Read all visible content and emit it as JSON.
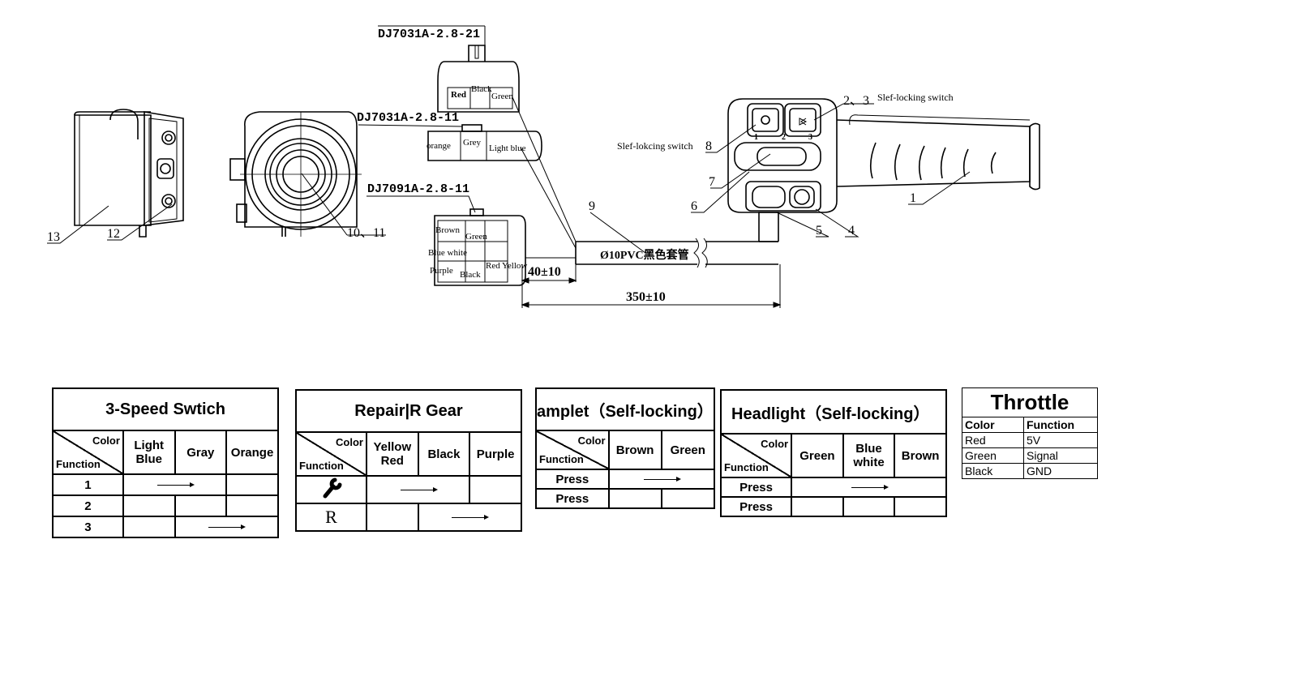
{
  "drawing": {
    "connector1": {
      "label": "DJ7031A-2.8-21",
      "pins": [
        "Red",
        "Black",
        "Green"
      ]
    },
    "connector2": {
      "label": "DJ7031A-2.8-11",
      "pins": [
        "orange",
        "Grey",
        "Light blue"
      ]
    },
    "connector3": {
      "label": "DJ7091A-2.8-11",
      "pins": [
        "Brown",
        "Green",
        "Blue white",
        "Purple",
        "Black",
        "Red Yellow"
      ]
    },
    "cable_label": "Ø10PVC黑色套管",
    "dim_short": "40±10",
    "dim_long": "350±10",
    "switch_label_top": "Slef-locking switch",
    "switch_label_left": "Slef-lokcing switch",
    "switch_numbers": [
      "1",
      "2",
      "3"
    ],
    "callouts": [
      "1",
      "2、3",
      "4",
      "5",
      "6",
      "7",
      "8",
      "9",
      "10、11",
      "12",
      "13"
    ]
  },
  "tables": {
    "speed": {
      "title": "3-Speed Swtich",
      "color_hdr": "Color",
      "func_hdr": "Function",
      "cols": [
        "Light Blue",
        "Gray",
        "Orange"
      ],
      "rows": [
        "1",
        "2",
        "3"
      ]
    },
    "repair": {
      "title": "Repair|R Gear",
      "color_hdr": "Color",
      "func_hdr": "Function",
      "cols": [
        "Yellow Red",
        "Black",
        "Purple"
      ],
      "rows": [
        "",
        "R"
      ]
    },
    "lamplet": {
      "title": "amplet（Self-locking）",
      "color_hdr": "Color",
      "func_hdr": "Function",
      "cols": [
        "Brown",
        "Green"
      ],
      "rows": [
        "Press",
        "Press"
      ]
    },
    "headlight": {
      "title": "Headlight（Self-locking）",
      "color_hdr": "Color",
      "func_hdr": "Function",
      "cols": [
        "Green",
        "Blue white",
        "Brown"
      ],
      "rows": [
        "Press",
        "Press"
      ]
    },
    "throttle": {
      "title": "Throttle",
      "headers": [
        "Color",
        "Function"
      ],
      "rows": [
        [
          "Red",
          "5V"
        ],
        [
          "Green",
          "Signal"
        ],
        [
          "Black",
          "GND"
        ]
      ]
    }
  }
}
